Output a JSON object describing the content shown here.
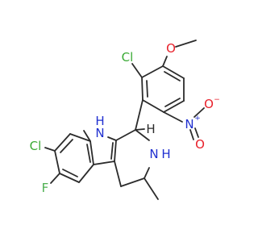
{
  "atoms": {
    "cl_top": "Cl",
    "o_methoxy": "O",
    "n_plus": "N",
    "plus_sign": "+",
    "o_minus": "O",
    "minus_sign": "−",
    "o_nitro": "O",
    "nh_indole": "N",
    "h_indole": "H",
    "h_chiral": "H",
    "nh_ring": "N",
    "h_ring": "H",
    "cl_left": "Cl",
    "f": "F"
  },
  "colors": {
    "bond": "#2b2b2b",
    "carbon": "#2b2b2b",
    "chlorine": "#3aaa35",
    "fluorine": "#4caf50",
    "oxygen": "#e8202a",
    "nitrogen": "#1f2fd0"
  }
}
